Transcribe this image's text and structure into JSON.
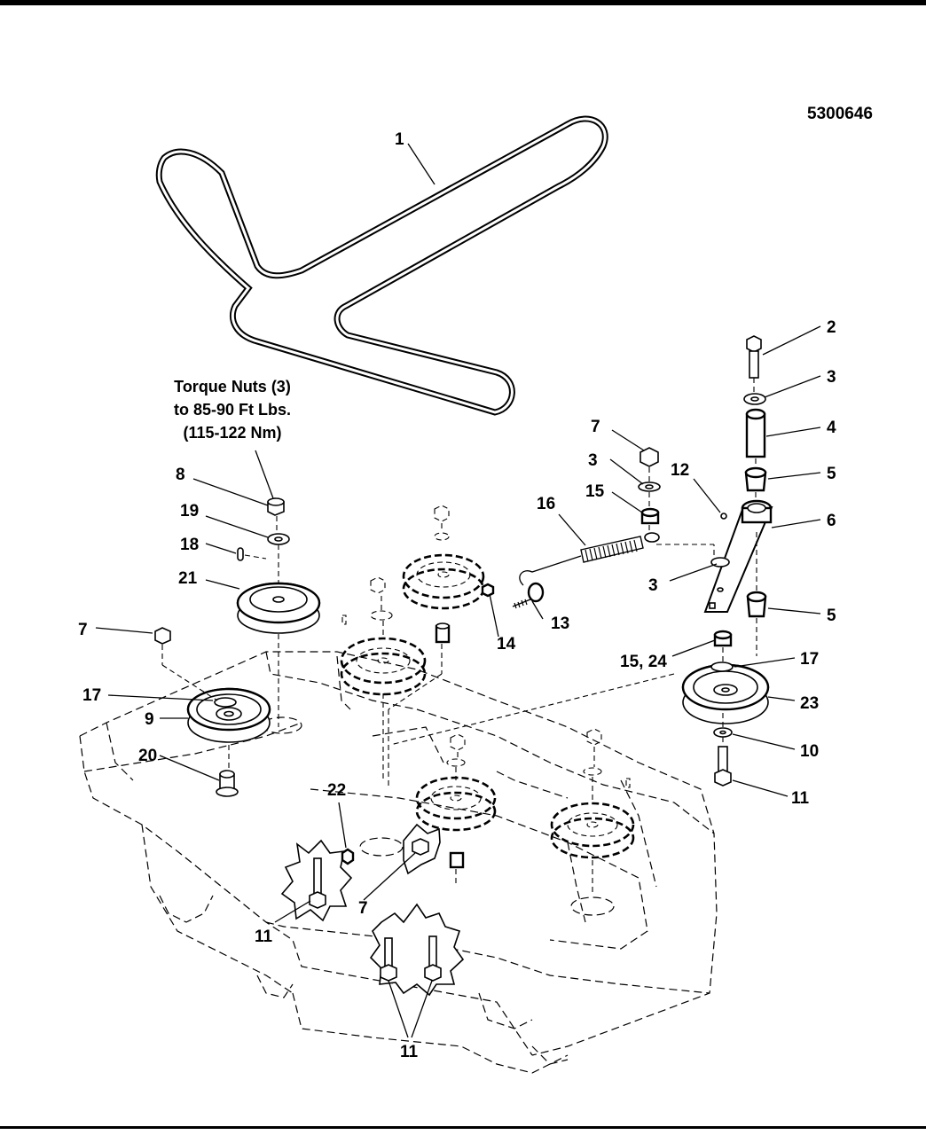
{
  "drawing_number": "5300646",
  "torque_note": {
    "line1": "Torque Nuts (3)",
    "line2": "to 85-90 Ft Lbs.",
    "line3": "(115-122 Nm)"
  },
  "callouts": {
    "c1": "1",
    "c2": "2",
    "c3a": "3",
    "c3b": "3",
    "c3c": "3",
    "c4": "4",
    "c5a": "5",
    "c5b": "5",
    "c6": "6",
    "c7a": "7",
    "c7b": "7",
    "c7c": "7",
    "c8": "8",
    "c9": "9",
    "c10": "10",
    "c11a": "11",
    "c11b": "11",
    "c11c": "11",
    "c12": "12",
    "c13": "13",
    "c14": "14",
    "c15a": "15",
    "c15_24": "15, 24",
    "c16": "16",
    "c17a": "17",
    "c17b": "17",
    "c18": "18",
    "c19": "19",
    "c20": "20",
    "c21": "21",
    "c22": "22",
    "c23": "23"
  }
}
